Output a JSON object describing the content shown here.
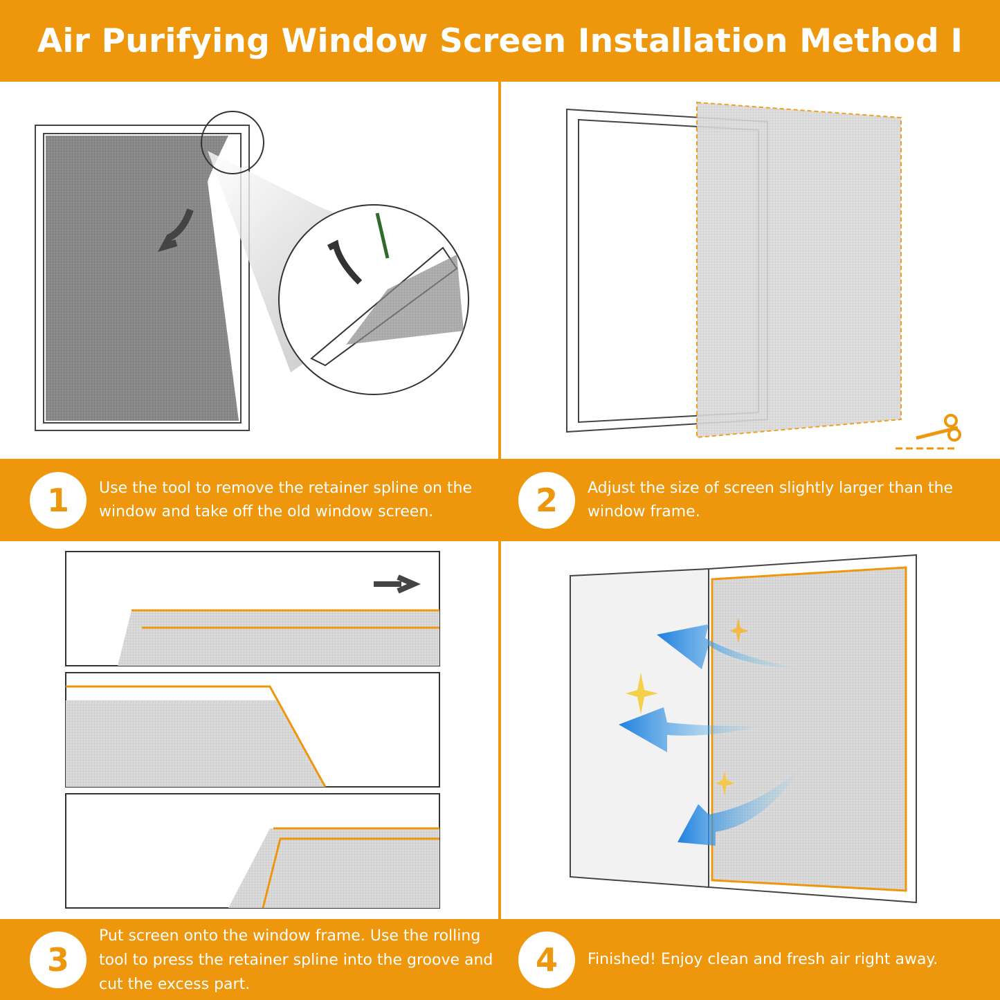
{
  "title": "Air Purifying Window Screen Installation Method I",
  "colors": {
    "accent": "#EE960C",
    "arrow_blue": "#2E8BE0"
  },
  "steps": [
    {
      "number": "1",
      "text": "Use the tool to remove the retainer spline on the window and take off the old window screen."
    },
    {
      "number": "2",
      "text": "Adjust the size of screen slightly larger than the window frame."
    },
    {
      "number": "3",
      "text": "Put screen onto the window frame. Use the rolling tool to press the retainer spline into the groove and cut the excess part."
    },
    {
      "number": "4",
      "text": "Finished! Enjoy clean and fresh air right away."
    }
  ]
}
